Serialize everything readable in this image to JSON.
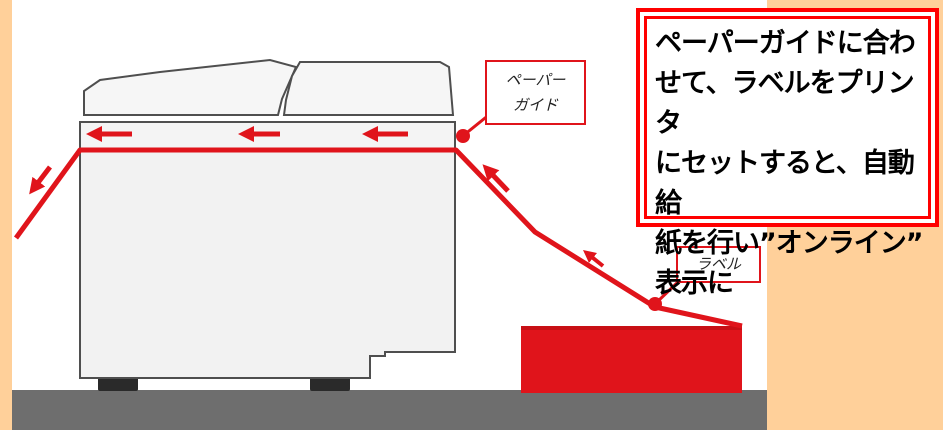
{
  "callout": {
    "lines": [
      "ペーパーガイドに合わ",
      "せて、ラベルをプリンタ",
      "にセットすると、自動給",
      "紙を行い”オンライン”",
      "表示に"
    ]
  },
  "labels": {
    "paper_guide_line1": "ペーパー",
    "paper_guide_line2": "ガイド",
    "label": "ラベル"
  },
  "colors": {
    "background": "#ffd09a",
    "accent_red": "#e0141b",
    "printer_body": "#f2f2f2",
    "printer_outline": "#555555",
    "floor": "#6e6e6e",
    "scene_bg": "#ffffff"
  }
}
